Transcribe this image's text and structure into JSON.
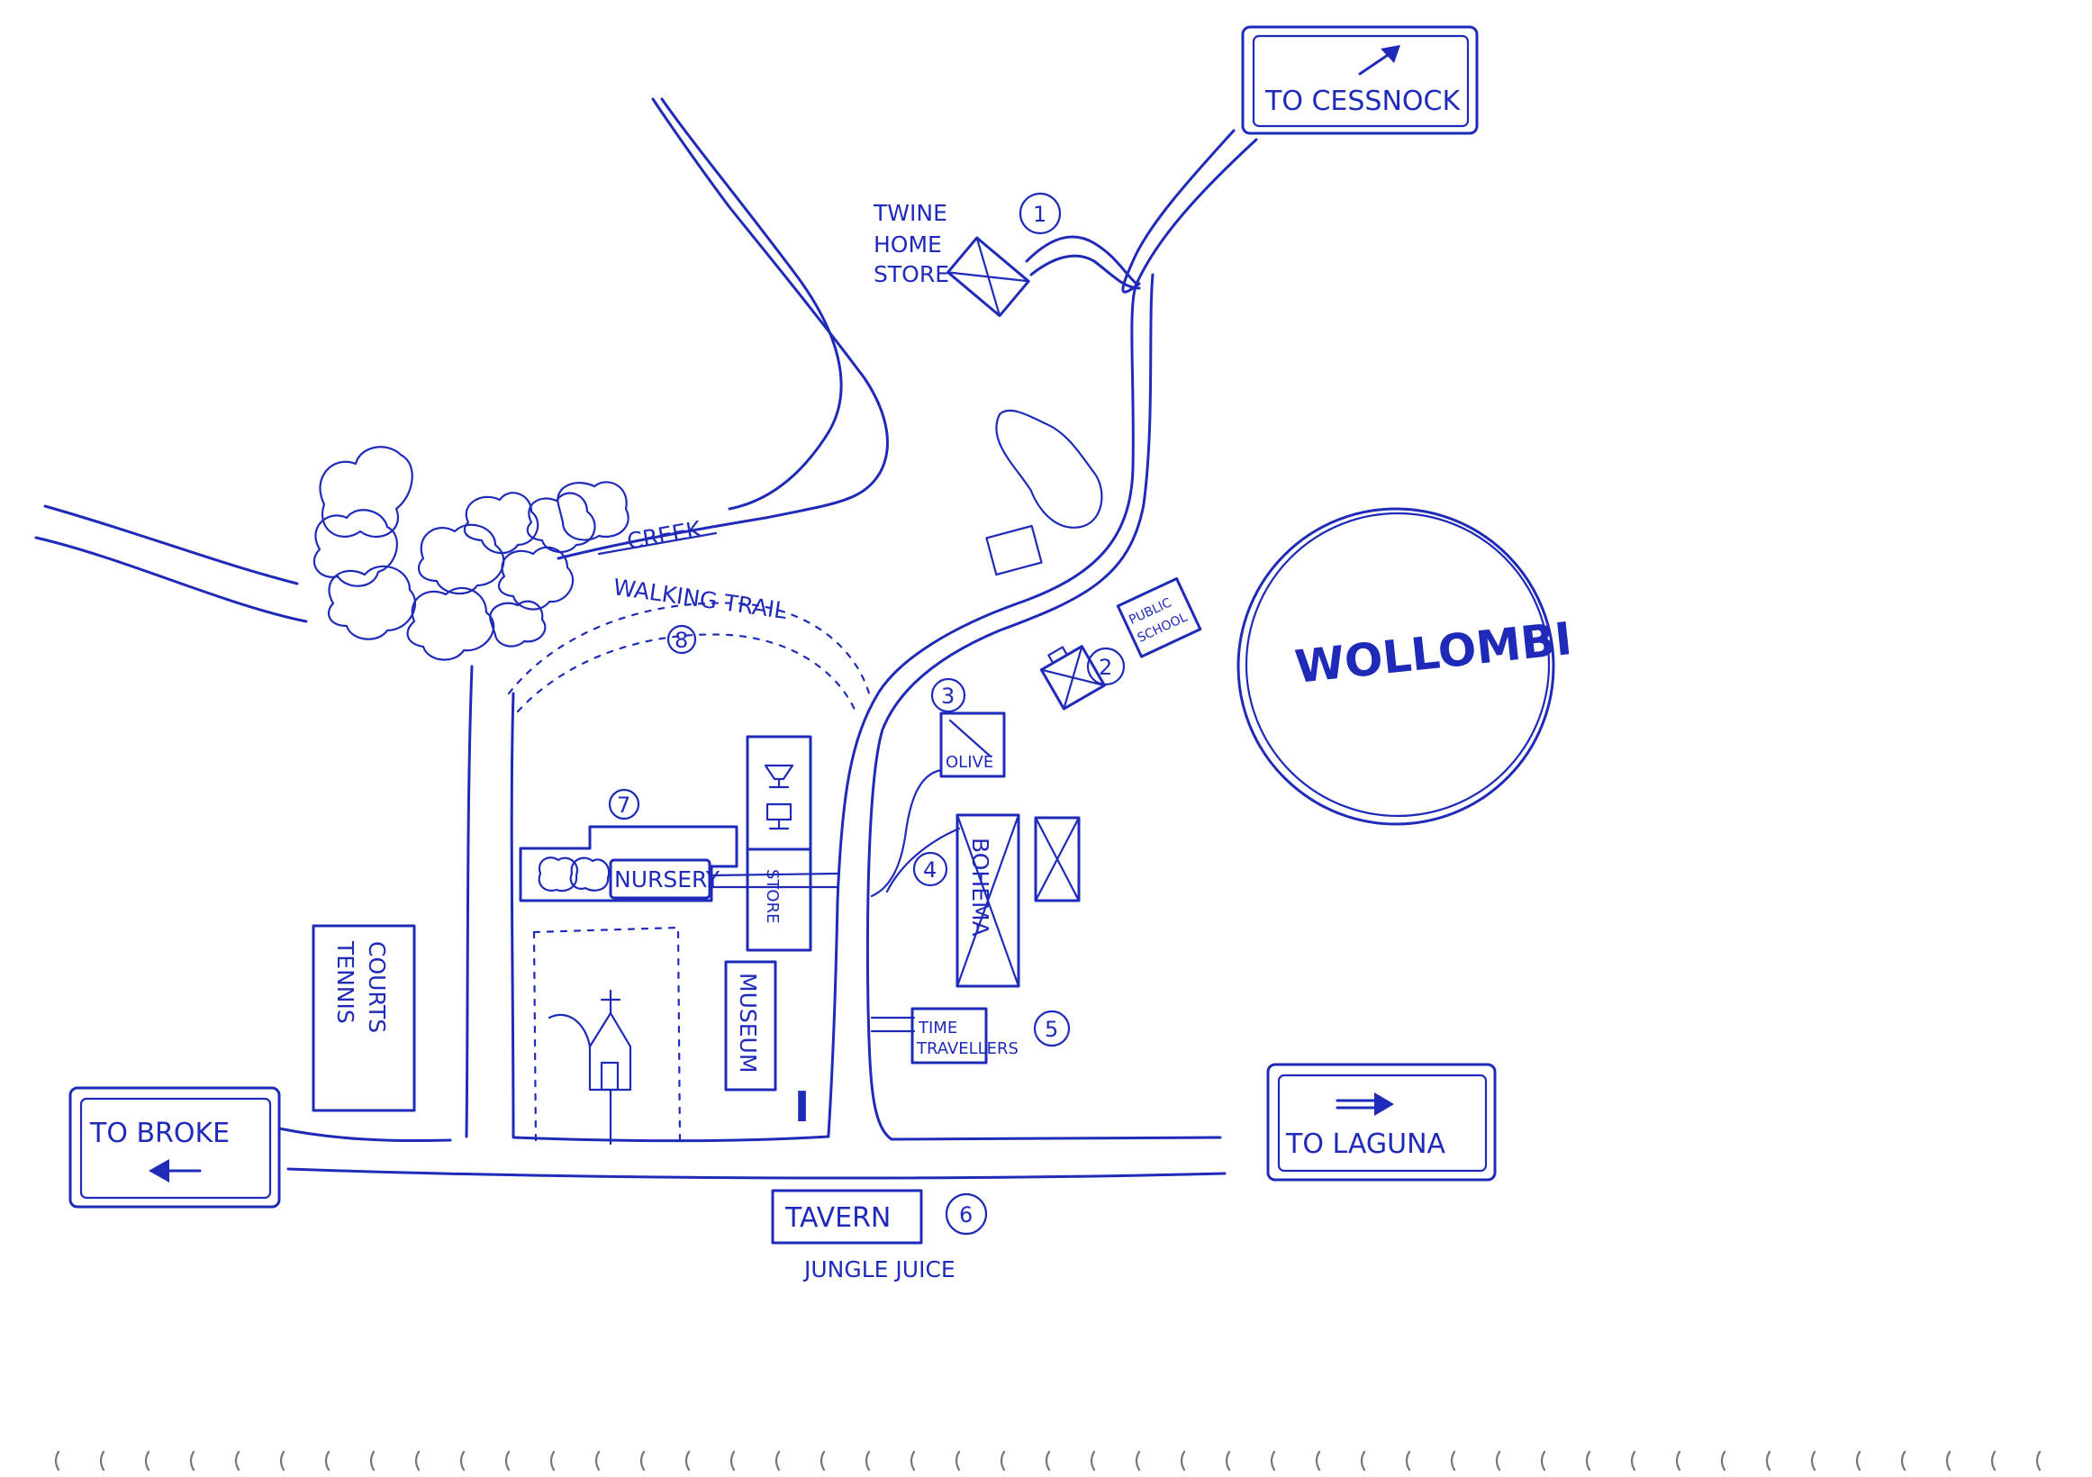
{
  "town": "WOLLOMBI",
  "signs": {
    "cessnock": "TO CESSNOCK",
    "broke": "TO BROKE",
    "laguna": "TO LAGUNA"
  },
  "labels": {
    "creek": "CREEK",
    "walking_trail": "WALKING TRAIL",
    "twine_line1": "TWINE",
    "twine_line2": "HOME",
    "twine_line3": "STORE",
    "public_school_line1": "PUBLIC",
    "public_school_line2": "SCHOOL",
    "olive": "OLIVE",
    "bohema": "BOHEMA",
    "time_travellers_line1": "TIME",
    "time_travellers_line2": "TRAVELLERS",
    "nursery": "NURSERY",
    "store": "STORE",
    "museum": "MUSEUM",
    "tennis_line1": "TENNIS",
    "tennis_line2": "COURTS",
    "tavern": "TAVERN",
    "jungle_juice": "JUNGLE JUICE",
    "info": "i"
  },
  "markers": {
    "m1": "1",
    "m2": "2",
    "m3": "3",
    "m4": "4",
    "m5": "5",
    "m6": "6",
    "m7": "7",
    "m8": "8"
  },
  "colors": {
    "ink": "#1f2bb8",
    "paper": "#ffffff"
  },
  "icons": [
    "arrow-northeast-icon",
    "arrow-left-icon",
    "arrow-right-icon",
    "church-icon",
    "wine-glass-icon",
    "tree-icon"
  ]
}
